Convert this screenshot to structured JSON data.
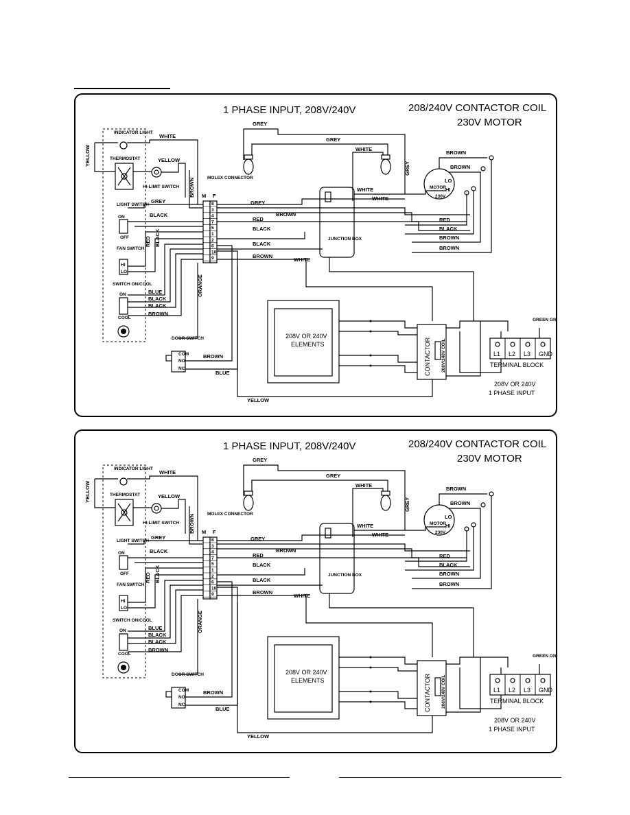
{
  "panels": [
    {
      "title_left": "1 PHASE INPUT, 208V/240V",
      "title_right_line1": "208/240V CONTACTOR COIL",
      "title_right_line2": "230V MOTOR",
      "components": {
        "indicator_light": "INDICATOR LIGHT",
        "thermostat": "THERMOSTAT",
        "hilimit": "HI-LIMIT SWITCH",
        "light_switch": "LIGHT SWITCH",
        "on": "ON",
        "off": "OFF",
        "fan_switch": "FAN SWITCH",
        "hi": "HI",
        "lo": "LO",
        "switch_oncool": "SWITCH ON/COOL",
        "cool": "COOL",
        "molex": "MOLEX CONNECTOR",
        "m": "M",
        "f": "F",
        "junction_box": "JUNCTION BOX",
        "motor": "MOTOR",
        "motor_lo": "LO",
        "motor_hi": "HI",
        "motor_v": "230V",
        "elements": "208V OR 240V ELEMENTS",
        "contactor": "CONTACTOR",
        "coil": "208V/240V COIL",
        "door_switch": "DOOR SWITCH",
        "com": "COM",
        "no": "NO",
        "nc": "NC",
        "green_gnd": "GREEN GND",
        "terminal_block": "TERMINAL BLOCK",
        "terminals": [
          "L1",
          "L2",
          "L3",
          "GND"
        ],
        "input_line1": "208V OR 240V",
        "input_line2": "1 PHASE INPUT"
      },
      "molex_pins": [
        "8",
        "3",
        "4",
        "7",
        "5",
        "1",
        "2",
        "6",
        "10",
        "9"
      ],
      "wire_labels": {
        "yellow_left": "YELLOW",
        "white_top": "WHITE",
        "yellow_therm": "YELLOW",
        "brown_vert": "BROWN",
        "grey_top": "GREY",
        "grey_mid": "GREY",
        "white_bulb": "WHITE",
        "grey_vert": "GREY",
        "grey_ls": "GREY",
        "black_ls": "BLACK",
        "red_fan": "RED",
        "black_fan": "BLACK",
        "blue_sw": "BLUE",
        "black_sw1": "BLACK",
        "black_sw2": "BLACK",
        "brown_sw": "BROWN",
        "orange": "ORANGE",
        "grey_run": "GREY",
        "brown_run": "BROWN",
        "red_run": "RED",
        "black_run1": "BLACK",
        "black_run2": "BLACK",
        "brown_run2": "BROWN",
        "white_run": "WHITE",
        "white_jb": "WHITE",
        "white_jb2": "WHITE",
        "brown_m1": "BROWN",
        "brown_m2": "BROWN",
        "red_m": "RED",
        "black_m": "BLACK",
        "brown_m3": "BROWN",
        "brown_m4": "BROWN",
        "brown_door": "BROWN",
        "blue_door": "BLUE",
        "yellow_bottom": "YELLOW"
      }
    },
    {
      "title_left": "1 PHASE INPUT, 208V/240V",
      "title_right_line1": "208/240V CONTACTOR COIL",
      "title_right_line2": "230V MOTOR",
      "components": {
        "indicator_light": "INDICATOR LIGHT",
        "thermostat": "THERMOSTAT",
        "hilimit": "HI-LIMIT SWITCH",
        "light_switch": "LIGHT SWITCH",
        "on": "ON",
        "off": "OFF",
        "fan_switch": "FAN SWITCH",
        "hi": "HI",
        "lo": "LO",
        "switch_oncool": "SWITCH ON/COOL",
        "cool": "COOL",
        "molex": "MOLEX CONNECTOR",
        "m": "M",
        "f": "F",
        "junction_box": "JUNCTION BOX",
        "motor": "MOTOR",
        "motor_lo": "LO",
        "motor_hi": "HI",
        "motor_v": "230V",
        "elements": "208V OR 240V ELEMENTS",
        "contactor": "CONTACTOR",
        "coil": "208V/240V COIL",
        "door_switch": "DOOR SWITCH",
        "com": "COM",
        "no": "NO",
        "nc": "NC",
        "green_gnd": "GREEN GND",
        "terminal_block": "TERMINAL BLOCK",
        "terminals": [
          "L1",
          "L2",
          "L3",
          "GND"
        ],
        "input_line1": "208V OR 240V",
        "input_line2": "1 PHASE INPUT"
      },
      "molex_pins": [
        "8",
        "3",
        "4",
        "7",
        "5",
        "1",
        "2",
        "6",
        "10",
        "9"
      ],
      "wire_labels": {
        "yellow_left": "YELLOW",
        "white_top": "WHITE",
        "yellow_therm": "YELLOW",
        "brown_vert": "BROWN",
        "grey_top": "GREY",
        "grey_mid": "GREY",
        "white_bulb": "WHITE",
        "grey_vert": "GREY",
        "grey_ls": "GREY",
        "black_ls": "BLACK",
        "red_fan": "RED",
        "black_fan": "BLACK",
        "blue_sw": "BLUE",
        "black_sw1": "BLACK",
        "black_sw2": "BLACK",
        "brown_sw": "BROWN",
        "orange": "ORANGE",
        "grey_run": "GREY",
        "brown_run": "BROWN",
        "red_run": "RED",
        "black_run1": "BLACK",
        "black_run2": "BLACK",
        "brown_run2": "BROWN",
        "white_run": "WHITE",
        "white_jb": "WHITE",
        "white_jb2": "WHITE",
        "brown_m1": "BROWN",
        "brown_m2": "BROWN",
        "red_m": "RED",
        "black_m": "BLACK",
        "brown_m3": "BROWN",
        "brown_m4": "BROWN",
        "brown_door": "BROWN",
        "blue_door": "BLUE",
        "yellow_bottom": "YELLOW"
      }
    }
  ]
}
